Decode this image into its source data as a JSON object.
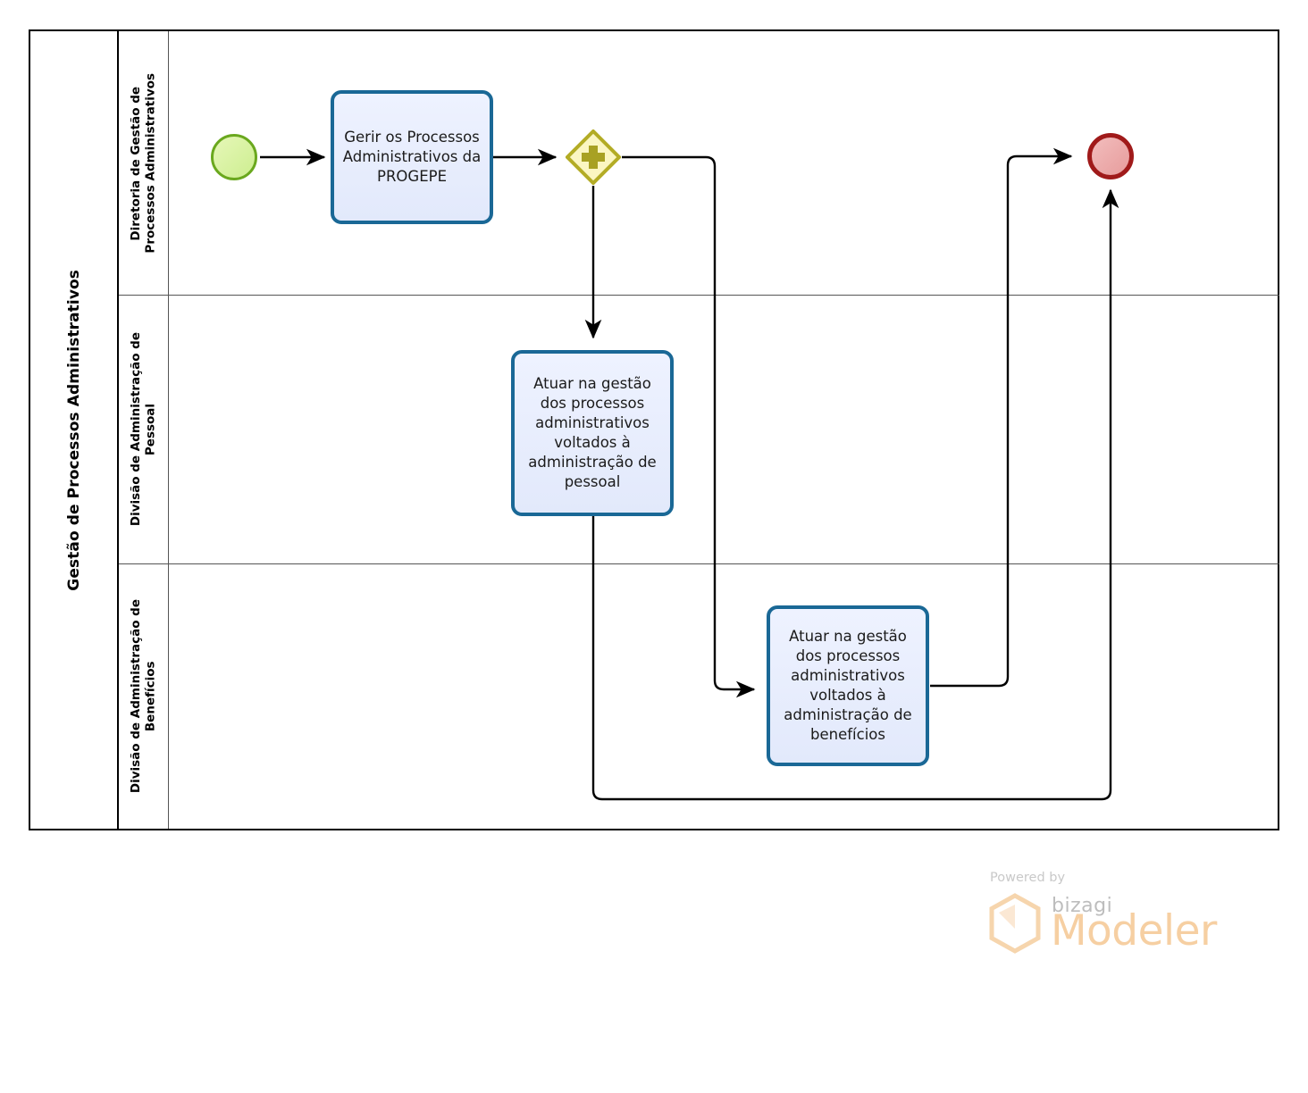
{
  "diagram": {
    "type": "bpmn-process",
    "pool": {
      "title": "Gestão de Processos Administrativos"
    },
    "lanes": [
      {
        "id": "lane-diretoria",
        "label": "Diretoria de Gestão de\nProcessos Administrativos"
      },
      {
        "id": "lane-pessoal",
        "label": "Divisão de Administração de\nPessoal"
      },
      {
        "id": "lane-beneficios",
        "label": "Divisão de Administração de\nBenefícios"
      }
    ],
    "nodes": [
      {
        "id": "start-event",
        "kind": "start-event",
        "lane": "lane-diretoria",
        "label": ""
      },
      {
        "id": "task-gerir",
        "kind": "task",
        "lane": "lane-diretoria",
        "label": "Gerir os Processos Administrativos da PROGEPE"
      },
      {
        "id": "gateway-parallel-split",
        "kind": "parallel-gateway",
        "lane": "lane-diretoria",
        "label": ""
      },
      {
        "id": "task-pessoal",
        "kind": "task",
        "lane": "lane-pessoal",
        "label": "Atuar na gestão dos processos administrativos voltados à administração de pessoal"
      },
      {
        "id": "task-beneficios",
        "kind": "task",
        "lane": "lane-beneficios",
        "label": "Atuar na gestão dos processos administrativos voltados à administração de benefícios"
      },
      {
        "id": "end-event",
        "kind": "end-event",
        "lane": "lane-diretoria",
        "label": ""
      }
    ],
    "flows": [
      {
        "id": "flow-start-to-gerir",
        "from": "start-event",
        "to": "task-gerir",
        "label": ""
      },
      {
        "id": "flow-gerir-to-gateway",
        "from": "task-gerir",
        "to": "gateway-parallel-split",
        "label": ""
      },
      {
        "id": "flow-gateway-to-pessoal",
        "from": "gateway-parallel-split",
        "to": "task-pessoal",
        "label": ""
      },
      {
        "id": "flow-gateway-to-beneficios",
        "from": "gateway-parallel-split",
        "to": "task-beneficios",
        "label": ""
      },
      {
        "id": "flow-beneficios-to-end",
        "from": "task-beneficios",
        "to": "end-event",
        "label": ""
      },
      {
        "id": "flow-pessoal-to-end",
        "from": "task-pessoal",
        "to": "end-event",
        "label": ""
      }
    ],
    "colors": {
      "task_fill": "#e9eefc",
      "task_border": "#1a6896",
      "start_fill": "#d9f2a3",
      "start_border": "#6aa81e",
      "end_fill": "#eda8a8",
      "end_border": "#a01a1a",
      "gateway_fill": "#fbf6c2",
      "gateway_border": "#b3ac25",
      "flow_line": "#000000",
      "lane_border": "#555555",
      "pool_border": "#000000"
    }
  },
  "watermark": {
    "powered_by": "Powered by",
    "brand": "bizagi",
    "product": "Modeler",
    "brand_color": "#f6cfa2"
  }
}
